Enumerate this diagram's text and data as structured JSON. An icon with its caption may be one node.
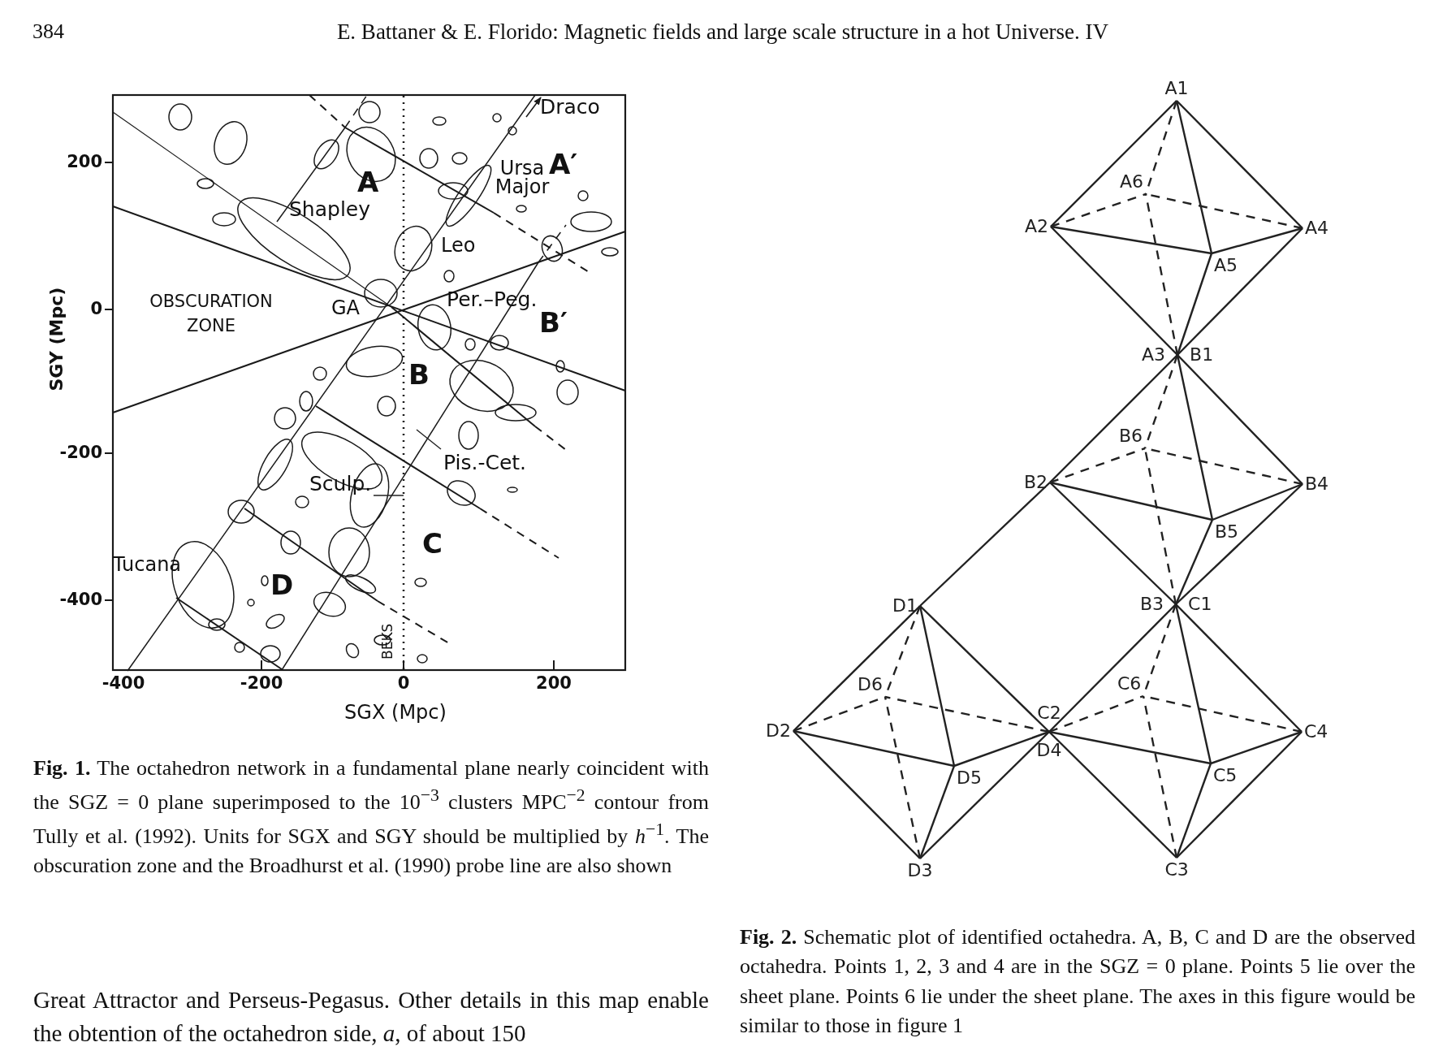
{
  "diagram": {
    "nodes": [
      {
        "text": [
          "Pis.-Cet."
        ]
      },
      {
        "text": [
          "Sculp."
        ]
      },
      {
        "text": [
          "A1"
        ]
      },
      {
        "text": [
          "A6"
        ]
      },
      {
        "text": [
          "A2"
        ]
      },
      {
        "text": [
          "A4"
        ]
      },
      {
        "text": [
          "A5"
        ]
      },
      {
        "text": [
          "A3",
          "B1"
        ]
      },
      {
        "text": [
          "B6"
        ]
      },
      {
        "text": [
          "B2"
        ]
      },
      {
        "text": [
          "B4"
        ]
      },
      {
        "text": [
          "B5"
        ]
      },
      {
        "text": [
          "D1"
        ]
      },
      {
        "text": [
          "B3",
          "C1"
        ]
      },
      {
        "text": [
          "D6"
        ]
      },
      {
        "text": [
          "C6"
        ]
      },
      {
        "text": [
          "D2"
        ]
      },
      {
        "text": [
          "C2",
          "D4"
        ]
      },
      {
        "text": [
          "C4"
        ]
      },
      {
        "text": [
          "D5"
        ]
      },
      {
        "text": [
          "C5"
        ]
      },
      {
        "text": [
          "D3"
        ]
      },
      {
        "text": [
          "C3"
        ]
      }
    ],
    "edges": [
      {
        "from": 0,
        "to": null,
        "arrow": "none"
      },
      {
        "from": 1,
        "to": null,
        "arrow": "none"
      },
      {
        "from": 2,
        "to": 4,
        "arrow": "none"
      },
      {
        "from": 2,
        "to": 5,
        "arrow": "none"
      },
      {
        "from": 4,
        "to": 7,
        "arrow": "none"
      },
      {
        "from": 5,
        "to": 7,
        "arrow": "none"
      },
      {
        "from": 2,
        "to": 6,
        "arrow": "none"
      },
      {
        "from": 4,
        "to": 6,
        "arrow": "none"
      },
      {
        "from": 5,
        "to": 6,
        "arrow": "none"
      },
      {
        "from": 7,
        "to": 6,
        "arrow": "none"
      },
      {
        "from": 2,
        "to": 3,
        "arrow": "none",
        "style": "dashed"
      },
      {
        "from": 4,
        "to": 3,
        "arrow": "none",
        "style": "dashed"
      },
      {
        "from": 5,
        "to": 3,
        "arrow": "none",
        "style": "dashed"
      },
      {
        "from": 7,
        "to": 3,
        "arrow": "none",
        "style": "dashed"
      },
      {
        "from": 7,
        "to": 9,
        "arrow": "none"
      },
      {
        "from": 7,
        "to": 10,
        "arrow": "none"
      },
      {
        "from": 9,
        "to": 13,
        "arrow": "none"
      },
      {
        "from": 10,
        "to": 13,
        "arrow": "none"
      },
      {
        "from": 7,
        "to": 11,
        "arrow": "none"
      },
      {
        "from": 9,
        "to": 11,
        "arrow": "none"
      },
      {
        "from": 10,
        "to": 11,
        "arrow": "none"
      },
      {
        "from": 13,
        "to": 11,
        "arrow": "none"
      },
      {
        "from": 7,
        "to": 8,
        "arrow": "none",
        "style": "dashed"
      },
      {
        "from": 9,
        "to": 8,
        "arrow": "none",
        "style": "dashed"
      },
      {
        "from": 10,
        "to": 8,
        "arrow": "none",
        "style": "dashed"
      },
      {
        "from": 13,
        "to": 8,
        "arrow": "none",
        "style": "dashed"
      },
      {
        "from": 9,
        "to": 12,
        "arrow": "none"
      },
      {
        "from": 12,
        "to": 16,
        "arrow": "none"
      },
      {
        "from": 12,
        "to": 17,
        "arrow": "none"
      },
      {
        "from": 16,
        "to": 21,
        "arrow": "none"
      },
      {
        "from": 17,
        "to": 21,
        "arrow": "none"
      },
      {
        "from": 12,
        "to": 19,
        "arrow": "none"
      },
      {
        "from": 16,
        "to": 19,
        "arrow": "none"
      },
      {
        "from": 17,
        "to": 19,
        "arrow": "none"
      },
      {
        "from": 21,
        "to": 19,
        "arrow": "none"
      },
      {
        "from": 12,
        "to": 14,
        "arrow": "none",
        "style": "dashed"
      },
      {
        "from": 16,
        "to": 14,
        "arrow": "none",
        "style": "dashed"
      },
      {
        "from": 17,
        "to": 14,
        "arrow": "none",
        "style": "dashed"
      },
      {
        "from": 21,
        "to": 14,
        "arrow": "none",
        "style": "dashed"
      },
      {
        "from": 13,
        "to": 17,
        "arrow": "none"
      },
      {
        "from": 13,
        "to": 18,
        "arrow": "none"
      },
      {
        "from": 17,
        "to": 22,
        "arrow": "none"
      },
      {
        "from": 18,
        "to": 22,
        "arrow": "none"
      },
      {
        "from": 13,
        "to": 20,
        "arrow": "none"
      },
      {
        "from": 17,
        "to": 20,
        "arrow": "none"
      },
      {
        "from": 18,
        "to": 20,
        "arrow": "none"
      },
      {
        "from": 22,
        "to": 20,
        "arrow": "none"
      },
      {
        "from": 13,
        "to": 15,
        "arrow": "none",
        "style": "dashed"
      },
      {
        "from": 17,
        "to": 15,
        "arrow": "none",
        "style": "dashed"
      },
      {
        "from": 18,
        "to": 15,
        "arrow": "none",
        "style": "dashed"
      },
      {
        "from": 22,
        "to": 15,
        "arrow": "none",
        "style": "dashed"
      }
    ],
    "labels": [
      "384",
      "E. Battaner & E. Florido: Magnetic fields and large scale structure in a hot Universe. IV",
      "Draco",
      "A′",
      "Ursa Major",
      "A",
      "Shapley",
      "Leo",
      "OBSCURATION ZONE",
      "GA",
      "Per.–Peg.",
      "B′",
      "B",
      "C",
      "Tucana",
      "D",
      "BEKS",
      "200",
      "0",
      "-200",
      "-400",
      "SGY (Mpc)",
      "-400",
      "-200",
      "0",
      "200",
      "SGX (Mpc)",
      "**Fig. 1.** The octahedron network in a fundamental plane nearly coincident with the SGZ = 0 plane superimposed to the 10$^{−3}$ clusters MPC$^{−2}$ contour from Tully et al. (1992). Units for SGX and SGY should be multiplied by *h*$^{−1}$. The obscuration zone and the Broadhurst et al. (1990) probe line are also shown",
      "Great Attractor and Perseus-Pegasus. Other details in this map enable the obtention of the octahedron side, *a*, of about 150",
      "**Fig. 2.** Schematic plot of identified octahedra. A, B, C and D are the observed octahedra. Points 1, 2, 3 and 4 are in the SGZ = 0 plane. Points 5 lie over the sheet plane. Points 6 lie under the sheet plane. The axes in this figure would be similar to those in figure 1"
    ]
  }
}
